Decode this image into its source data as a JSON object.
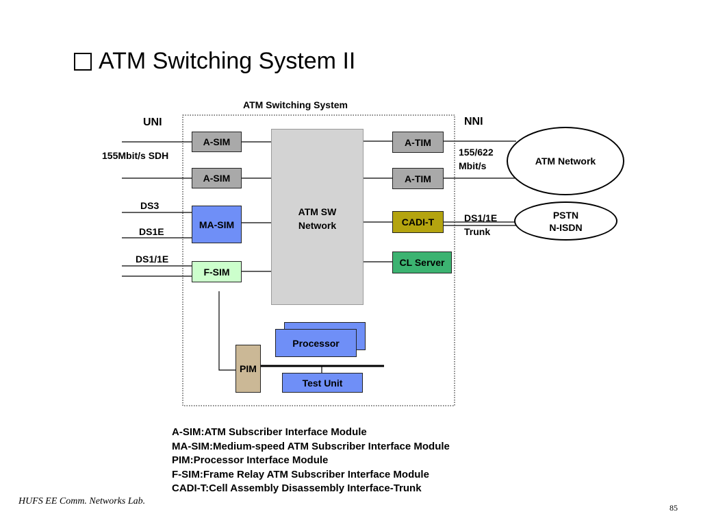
{
  "slide": {
    "title": "ATM Switching System II",
    "system_label": "ATM Switching System",
    "uni": "UNI",
    "nni": "NNI",
    "sdh_rate": "155Mbit/s SDH",
    "ds3": "DS3",
    "ds1e": "DS1E",
    "ds1_1e_uni": "DS1/1E",
    "nni_rate_1": "155/622",
    "nni_rate_2": "Mbit/s",
    "trunk_1": "DS1/1E",
    "trunk_2": "Trunk"
  },
  "blocks": {
    "a_sim_1": "A-SIM",
    "a_sim_2": "A-SIM",
    "ma_sim": "MA-SIM",
    "f_sim": "F-SIM",
    "switch_1": "ATM SW",
    "switch_2": "Network",
    "a_tim_1": "A-TIM",
    "a_tim_2": "A-TIM",
    "cadi_t": "CADI-T",
    "cl_server": "CL Server",
    "processor": "Processor",
    "pim": "PIM",
    "test_unit": "Test Unit",
    "atm_network": "ATM Network",
    "pstn_1": "PSTN",
    "pstn_2": "N-ISDN"
  },
  "legend": [
    "A-SIM:ATM Subscriber Interface Module",
    "MA-SIM:Medium-speed ATM Subscriber Interface Module",
    "PIM:Processor Interface Module",
    "F-SIM:Frame Relay ATM Subscriber Interface Module",
    "CADI-T:Cell Assembly Disassembly Interface-Trunk"
  ],
  "footer": "HUFS  EE  Comm. Networks Lab.",
  "page_number": "85",
  "colors": {
    "sim_gray": "#a9a9a9",
    "ma_sim_blue": "#6f8ff7",
    "f_sim_green": "#ccffcc",
    "cadi_olive": "#b4a40f",
    "cl_server_green": "#3cb371",
    "pim_tan": "#cbb896",
    "switch_fabric": "#d3d3d3"
  }
}
